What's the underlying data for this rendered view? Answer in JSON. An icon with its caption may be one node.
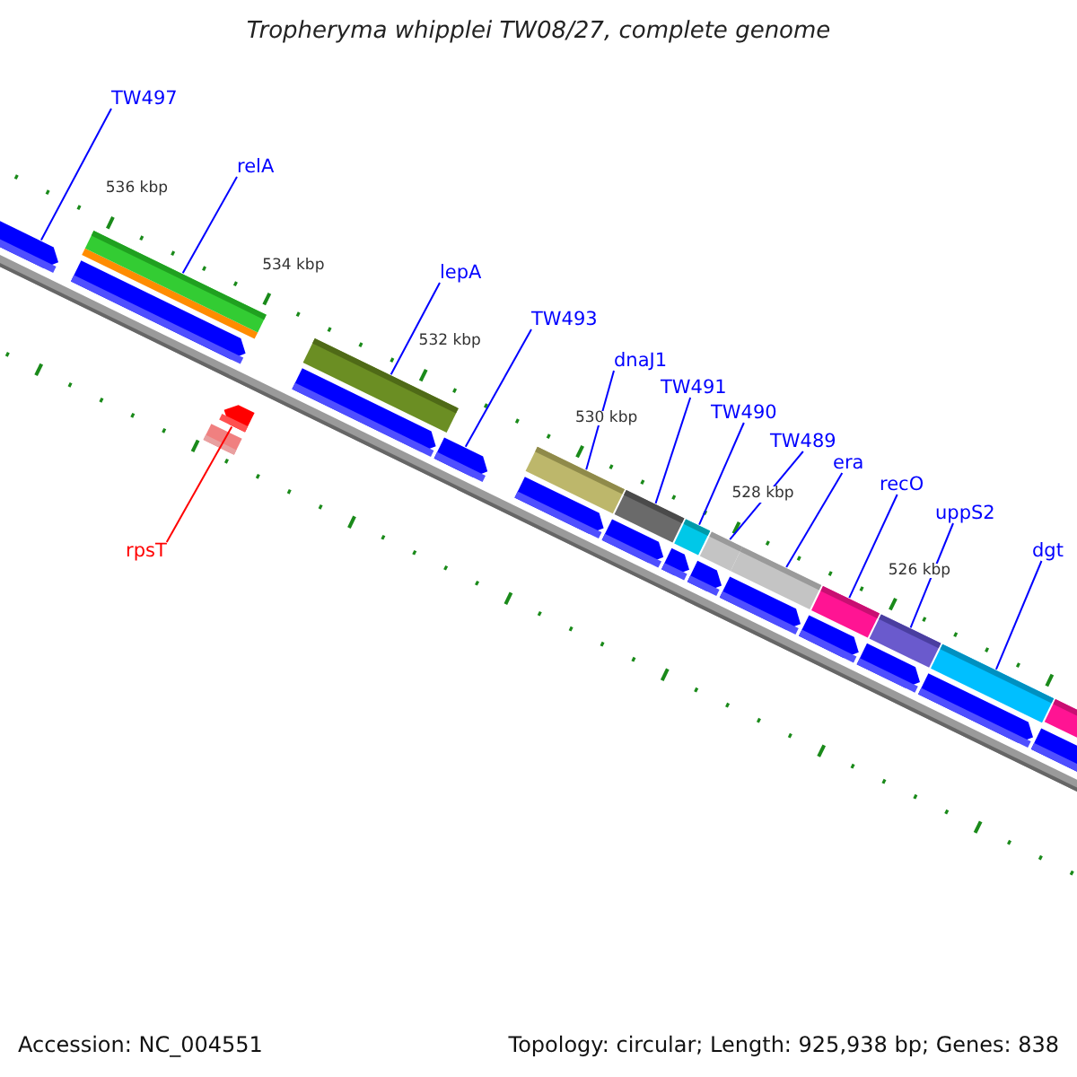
{
  "diagram": {
    "title": "Tropheryma whipplei TW08/27, complete genome",
    "nodes": [
      {
        "text": [
          "TW497"
        ]
      },
      {
        "text": [
          "relA"
        ]
      },
      {
        "text": [
          "lepA"
        ]
      },
      {
        "text": [
          "TW493"
        ]
      },
      {
        "text": [
          "dnaJ1"
        ]
      },
      {
        "text": [
          "TW491"
        ]
      },
      {
        "text": [
          "TW490"
        ]
      },
      {
        "text": [
          "TW489"
        ]
      },
      {
        "text": [
          "era"
        ]
      },
      {
        "text": [
          "recO"
        ]
      },
      {
        "text": [
          "uppS2"
        ]
      },
      {
        "text": [
          "dgt"
        ]
      },
      {
        "text": [
          "rpsT"
        ]
      },
      {
        "text": [],
        "shape": "arrow"
      },
      {
        "text": [],
        "shape": "bar"
      },
      {
        "text": [],
        "shape": "bar"
      },
      {
        "text": [],
        "shape": "arrow"
      },
      {
        "text": [],
        "shape": "bar"
      },
      {
        "text": [],
        "shape": "bar"
      },
      {
        "text": [],
        "shape": "bar"
      },
      {
        "text": [],
        "shape": "bar"
      },
      {
        "text": [],
        "shape": "bar"
      },
      {
        "text": [],
        "shape": "bar"
      },
      {
        "text": [],
        "shape": "bar"
      },
      {
        "text": [],
        "shape": "bar"
      },
      {
        "text": [],
        "shape": "arrow"
      }
    ],
    "edges": [
      {
        "from": 0,
        "to": 13,
        "arrow": "none"
      },
      {
        "from": 1,
        "to": 14,
        "arrow": "none"
      },
      {
        "from": 2,
        "to": 15,
        "arrow": "none"
      },
      {
        "from": 3,
        "to": 16,
        "arrow": "none"
      },
      {
        "from": 4,
        "to": 17,
        "arrow": "none"
      },
      {
        "from": 5,
        "to": 18,
        "arrow": "none"
      },
      {
        "from": 6,
        "to": 19,
        "arrow": "none"
      },
      {
        "from": 7,
        "to": 20,
        "arrow": "none"
      },
      {
        "from": 8,
        "to": 21,
        "arrow": "none"
      },
      {
        "from": 9,
        "to": 22,
        "arrow": "none"
      },
      {
        "from": 10,
        "to": 23,
        "arrow": "none"
      },
      {
        "from": 11,
        "to": 24,
        "arrow": "none"
      },
      {
        "from": 12,
        "to": 25,
        "arrow": "none",
        "color": "#ff0000"
      }
    ],
    "labels": [
      "536 kbp",
      "534 kbp",
      "532 kbp",
      "530 kbp",
      "528 kbp",
      "526 kbp",
      "Accession: NC_004551",
      "Topology: circular; Length: 925,938 bp; Genes: 838"
    ]
  }
}
